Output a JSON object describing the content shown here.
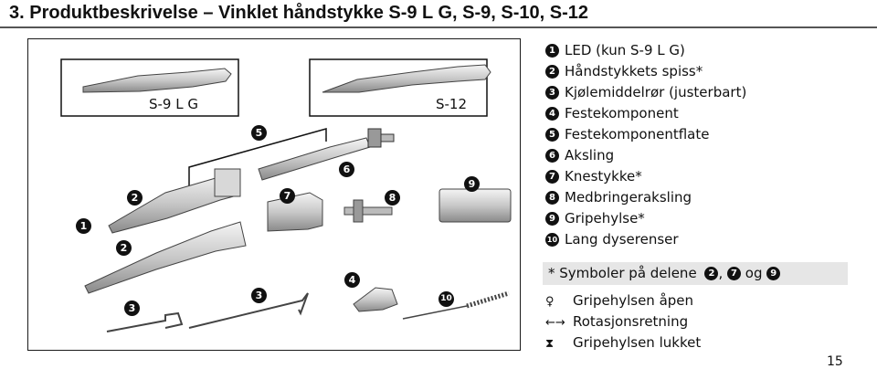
{
  "heading": "3. Produktbeskrivelse – Vinklet håndstykke S-9 L G, S-9, S-10, S-12",
  "figure": {
    "model_labels": [
      "S-9 L G",
      "S-12"
    ],
    "callouts": [
      "1",
      "2",
      "2",
      "3",
      "3",
      "4",
      "5",
      "6",
      "7",
      "8",
      "9",
      "10"
    ]
  },
  "legend": [
    {
      "num": "1",
      "text": "LED (kun S-9 L G)"
    },
    {
      "num": "2",
      "text": "Håndstykkets spiss*"
    },
    {
      "num": "3",
      "text": "Kjølemiddelrør (justerbart)"
    },
    {
      "num": "4",
      "text": "Festekomponent"
    },
    {
      "num": "5",
      "text": "Festekomponentflate"
    },
    {
      "num": "6",
      "text": "Aksling"
    },
    {
      "num": "7",
      "text": "Knestykke*"
    },
    {
      "num": "8",
      "text": "Medbringeraksling"
    },
    {
      "num": "9",
      "text": "Gripehylse*"
    },
    {
      "num": "10",
      "text": "Lang dyserenser"
    }
  ],
  "symbols": {
    "heading_prefix": "* Symboler på delene",
    "heading_refs": [
      "2",
      "7",
      "9"
    ],
    "heading_sep": ",",
    "heading_and": "og",
    "items": [
      {
        "icon": "open-collet-icon",
        "glyph": "♀",
        "text": "Gripehylsen åpen"
      },
      {
        "icon": "rotation-arrows-icon",
        "glyph": "←→",
        "text": "Rotasjonsretning"
      },
      {
        "icon": "closed-collet-icon",
        "glyph": "⧗",
        "text": "Gripehylsen lukket"
      }
    ]
  },
  "page_number": "15"
}
